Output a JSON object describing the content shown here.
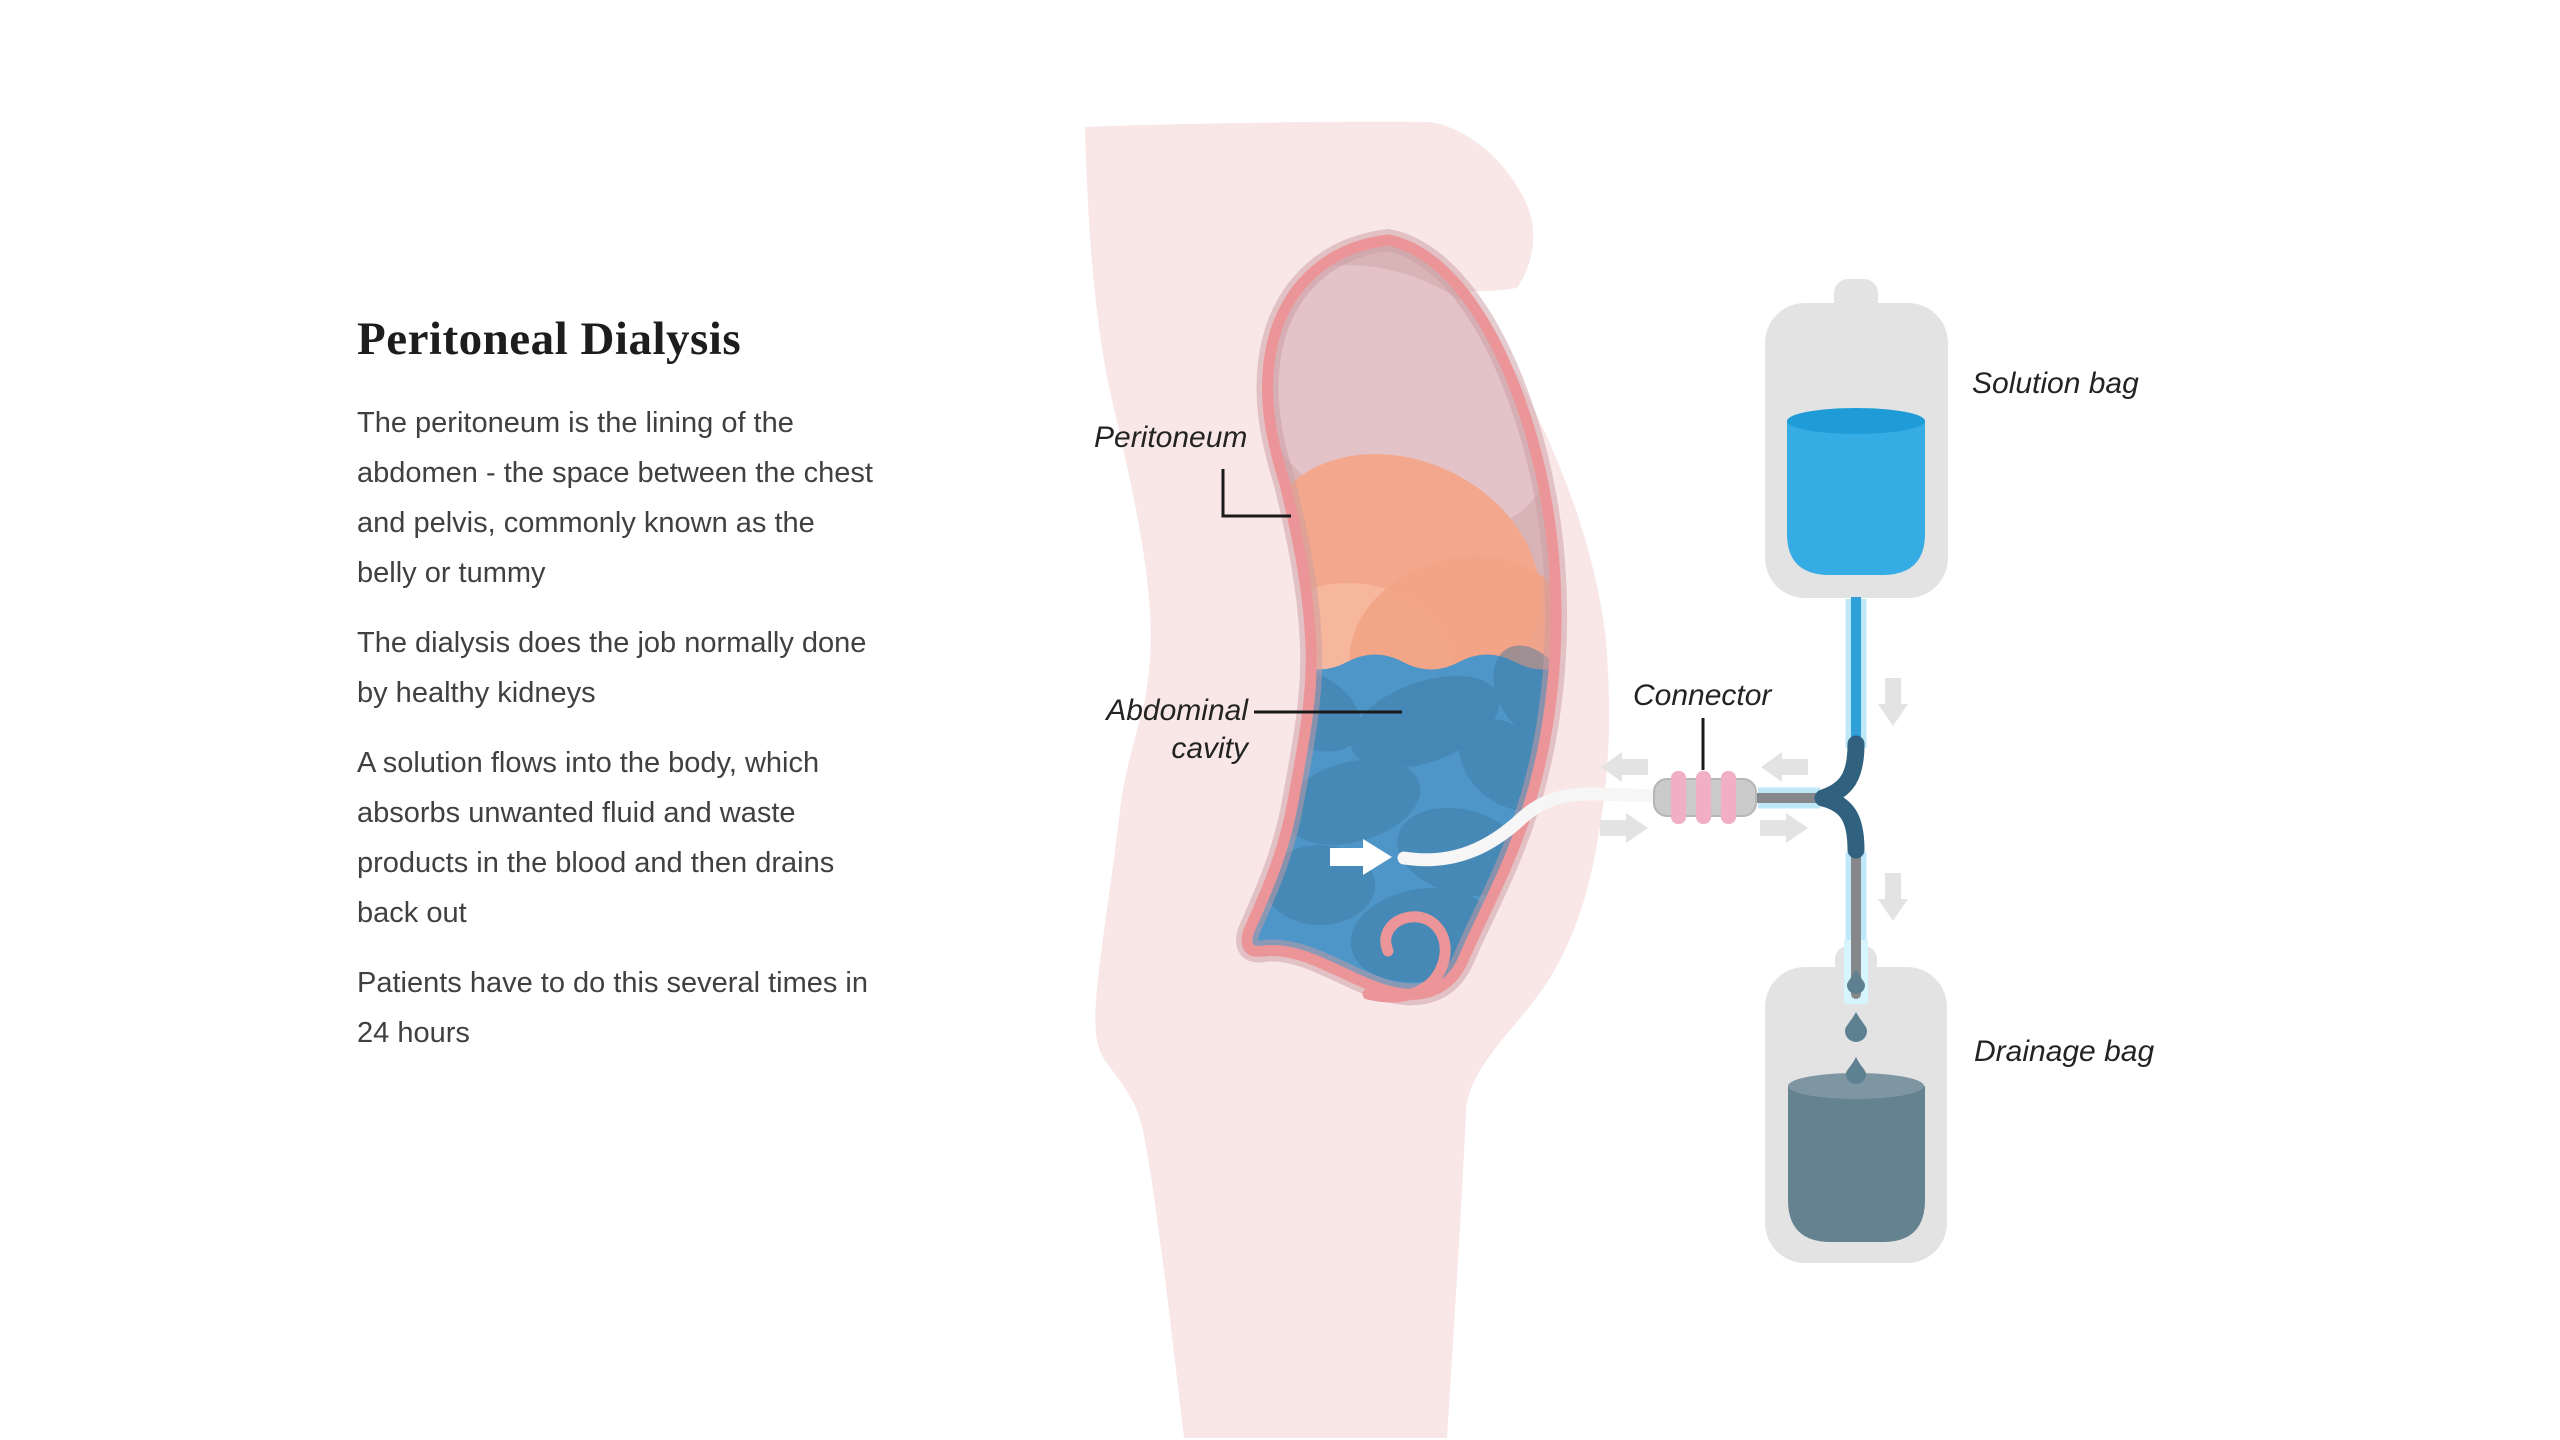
{
  "article": {
    "title": "Peritoneal Dialysis",
    "paragraphs": [
      "The peritoneum is the lining of the abdomen - the space between the chest and pelvis, commonly known as the belly or tummy",
      "The dialysis does the job normally done by healthy kidneys",
      "A solution flows into the body, which absorbs unwanted fluid and waste products in the blood and then drains back out",
      "Patients have to do this several times in 24 hours"
    ]
  },
  "diagram": {
    "labels": {
      "peritoneum": "Peritoneum",
      "abdominal_cavity": "Abdominal cavity",
      "connector": "Connector",
      "solution_bag": "Solution bag",
      "drainage_bag": "Drainage bag"
    },
    "icons": {
      "flow_left_arrow": "left-arrow",
      "flow_right_arrow": "right-arrow",
      "flow_down_arrow": "down-arrow",
      "inflow_arrow": "white-right-arrow",
      "droplet": "teardrop"
    },
    "colors": {
      "page_bg": "#FFFFFF",
      "body_skin": "#F8E7E6",
      "peritoneum_outline": "#EC9599",
      "peritoneum_rim": "#C99CA1",
      "cavity_wall": "#D8B4B7",
      "cavity_highlight": "#E3C3C7",
      "organ_orange": "#F3A88D",
      "organ_orange_light": "#F6B89E",
      "organ_orange_deep": "#F2A285",
      "dialysate_blue": "#4E96C8",
      "intestine_shadow": "#3E789F",
      "catheter_white": "#F6F6F6",
      "arrow_gray": "#E3E3E3",
      "arrow_white": "#FFFFFF",
      "connector_body": "#CBCACB",
      "connector_border": "#B7B6B7",
      "connector_stripe": "#F1AFC5",
      "tube_blue": "#2E9FD9",
      "tube_gray": "#85878A",
      "tube_glow": "#BEE8F8",
      "tube_sheath": "#D6F4FC",
      "junction_navy": "#30617F",
      "bag_gray": "#E4E3E3",
      "solution_fill": "#35ACE3",
      "solution_fill_top": "#1F9CD8",
      "drainage_fill": "#64828F",
      "drainage_fill_top": "#7E96A2",
      "droplet_slate": "#5E8191",
      "leader_ink": "#1A1A1A"
    }
  }
}
